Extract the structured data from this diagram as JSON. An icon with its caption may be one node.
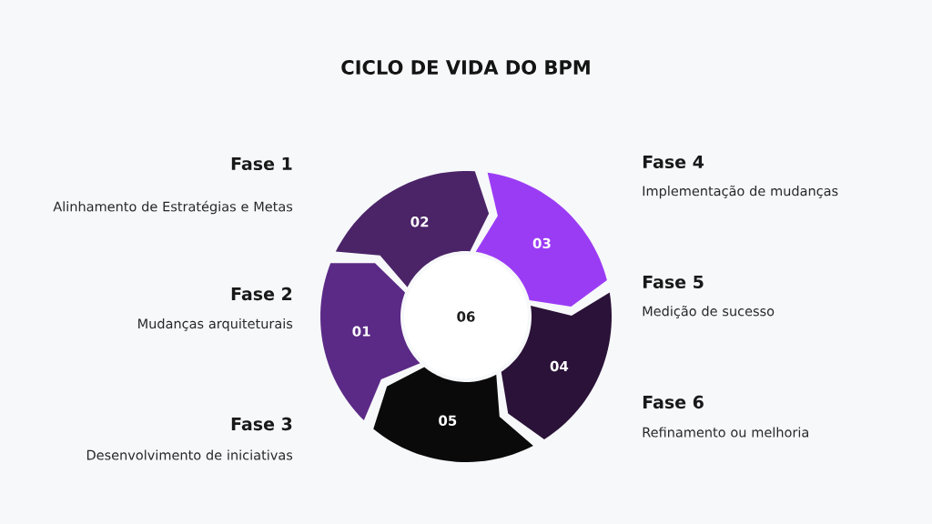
{
  "diagram": {
    "title": "CICLO DE VIDA DO BPM",
    "nodes": [
      {
        "text": [
          "01"
        ]
      },
      {
        "text": [
          "02"
        ]
      },
      {
        "text": [
          "03"
        ]
      },
      {
        "text": [
          "04"
        ]
      },
      {
        "text": [
          "05"
        ]
      },
      {
        "text": [
          "06"
        ]
      }
    ],
    "labels": [
      "Fase 1",
      "Alinhamento de Estratégias e Metas",
      "Fase 2",
      "Mudanças arquiteturais",
      "Fase 3",
      "Desenvolvimento de iniciativas",
      "Fase 4",
      "Implementação de mudanças",
      "Fase 5",
      "Medição de sucesso",
      "Fase 6",
      "Refinamento ou melhoria"
    ]
  }
}
